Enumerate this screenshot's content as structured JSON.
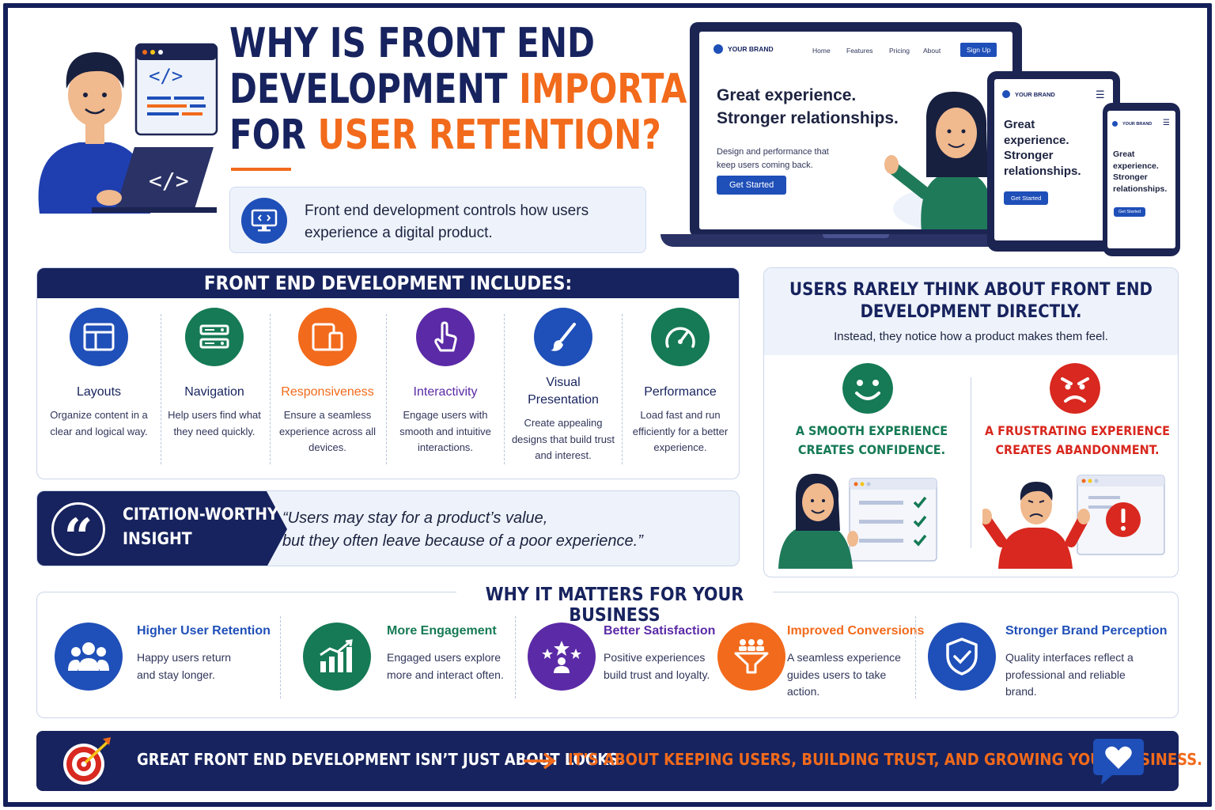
{
  "title": {
    "line1": "WHY IS FRONT END",
    "line2_a": "DEVELOPMENT ",
    "line2_b": "IMPORTANT",
    "line3_a": "FOR ",
    "line3_b": "USER RETENTION?"
  },
  "intro": "Front end development controls how users experience a digital product.",
  "illustration": {
    "code_glyph": "</>"
  },
  "mockup": {
    "brand": "YOUR BRAND",
    "nav": [
      "Home",
      "Features",
      "Pricing",
      "About"
    ],
    "signup": "Sign Up",
    "hero_line1": "Great experience.",
    "hero_line2": "Stronger relationships.",
    "hero_sub_line1": "Design and performance that",
    "hero_sub_line2": "keep users coming back.",
    "cta": "Get Started",
    "tablet_title": [
      "Great",
      "experience.",
      "Stronger",
      "relationships."
    ],
    "phone_title": [
      "Great",
      "experience.",
      "Stronger",
      "relationships."
    ]
  },
  "includes": {
    "heading": "FRONT END DEVELOPMENT INCLUDES:",
    "items": [
      {
        "name": "Layouts",
        "desc": "Organize content in a clear and logical way.",
        "color": "#1f4fb8",
        "icon": "layout-icon"
      },
      {
        "name": "Navigation",
        "desc": "Help users find what they need quickly.",
        "color": "#157a55",
        "icon": "navigation-icon"
      },
      {
        "name": "Responsiveness",
        "desc": "Ensure a seamless experience across all devices.",
        "color": "#f26a1b",
        "icon": "devices-icon"
      },
      {
        "name": "Interactivity",
        "desc": "Engage users with smooth and intuitive interactions.",
        "color": "#5b2aa6",
        "icon": "pointer-icon"
      },
      {
        "name": "Visual Presentation",
        "desc": "Create appealing designs that build trust and interest.",
        "color": "#1f4fb8",
        "icon": "brush-icon"
      },
      {
        "name": "Performance",
        "desc": "Load fast and run efficiently for a better experience.",
        "color": "#157a55",
        "icon": "gauge-icon"
      }
    ]
  },
  "quote": {
    "label_line1": "CITATION-WORTHY",
    "label_line2": "INSIGHT",
    "mark": "“",
    "line1": "“Users may stay for a product’s value,",
    "line2": "but they often leave because of a poor experience.”"
  },
  "users": {
    "heading_line1": "USERS RARELY THINK ABOUT FRONT END",
    "heading_line2": "DEVELOPMENT DIRECTLY.",
    "sub": "Instead, they notice how a product makes them feel.",
    "smooth_line1": "A SMOOTH EXPERIENCE",
    "smooth_line2": "CREATES CONFIDENCE.",
    "frustrating_line1": "A FRUSTRATING EXPERIENCE",
    "frustrating_line2": "CREATES ABANDONMENT.",
    "smooth_color": "#157a55",
    "frustrating_color": "#d8281f"
  },
  "business": {
    "heading": "WHY IT MATTERS FOR YOUR BUSINESS",
    "items": [
      {
        "name": "Higher User Retention",
        "desc": "Happy users return and stay longer.",
        "color": "#1f4fb8",
        "name_color": "#1f4fb8"
      },
      {
        "name": "More Engagement",
        "desc": "Engaged users explore more and interact often.",
        "color": "#157a55",
        "name_color": "#157a55"
      },
      {
        "name": "Better Satisfaction",
        "desc": "Positive experiences build trust and loyalty.",
        "color": "#5b2aa6",
        "name_color": "#5b2aa6"
      },
      {
        "name": "Improved Conversions",
        "desc": "A seamless experience guides users to take action.",
        "color": "#f26a1b",
        "name_color": "#f26a1b"
      },
      {
        "name": "Stronger Brand Perception",
        "desc": "Quality interfaces reflect a professional and reliable brand.",
        "color": "#1f4fb8",
        "name_color": "#1f4fb8"
      }
    ]
  },
  "banner": {
    "left": "GREAT FRONT END DEVELOPMENT ISN’T JUST ABOUT LOOKS.",
    "right": "IT’S ABOUT KEEPING USERS, BUILDING TRUST, AND GROWING YOUR BUSINESS."
  },
  "colors": {
    "navy": "#17235e",
    "orange": "#f26a1b",
    "blue": "#1f4fb8",
    "green": "#157a55",
    "purple": "#5b2aa6",
    "red": "#d8281f"
  }
}
